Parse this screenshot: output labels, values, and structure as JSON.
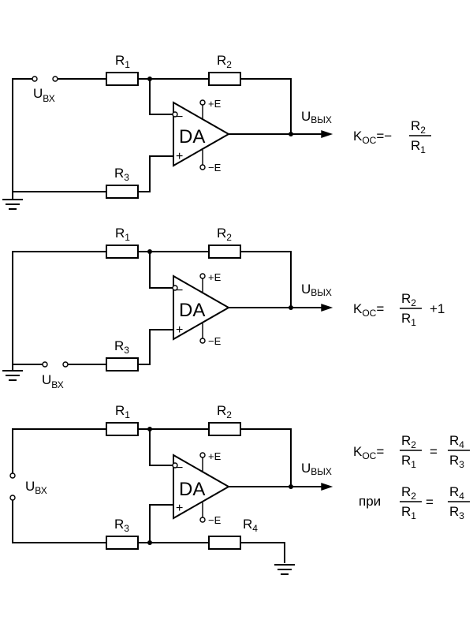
{
  "circuits": [
    {
      "id": "inverting",
      "r1": {
        "main": "R",
        "sub": "1"
      },
      "r2": {
        "main": "R",
        "sub": "2"
      },
      "r3": {
        "main": "R",
        "sub": "3"
      },
      "input": {
        "main": "U",
        "sub": "ВХ"
      },
      "output": {
        "main": "U",
        "sub": "ВЫХ"
      },
      "opamp": "DA",
      "minus": "−",
      "plus": "+",
      "vpos": "+E",
      "vneg": "−E",
      "formula": {
        "k": "K",
        "ksub": "ОС",
        "eq": "=",
        "sign": "−",
        "num": {
          "main": "R",
          "sub": "2"
        },
        "den": {
          "main": "R",
          "sub": "1"
        }
      }
    },
    {
      "id": "non-inverting",
      "r1": {
        "main": "R",
        "sub": "1"
      },
      "r2": {
        "main": "R",
        "sub": "2"
      },
      "r3": {
        "main": "R",
        "sub": "3"
      },
      "input": {
        "main": "U",
        "sub": "ВХ"
      },
      "output": {
        "main": "U",
        "sub": "ВЫХ"
      },
      "opamp": "DA",
      "minus": "−",
      "plus": "+",
      "vpos": "+E",
      "vneg": "−E",
      "formula": {
        "k": "K",
        "ksub": "ОС",
        "eq": "=",
        "num": {
          "main": "R",
          "sub": "2"
        },
        "den": {
          "main": "R",
          "sub": "1"
        },
        "tail": "+1"
      }
    },
    {
      "id": "differential",
      "r1": {
        "main": "R",
        "sub": "1"
      },
      "r2": {
        "main": "R",
        "sub": "2"
      },
      "r3": {
        "main": "R",
        "sub": "3"
      },
      "r4": {
        "main": "R",
        "sub": "4"
      },
      "input": {
        "main": "U",
        "sub": "ВХ"
      },
      "output": {
        "main": "U",
        "sub": "ВЫХ"
      },
      "opamp": "DA",
      "minus": "−",
      "plus": "+",
      "vpos": "+E",
      "vneg": "−E",
      "formula": {
        "k": "K",
        "ksub": "ОС",
        "eq": "=",
        "eq2": "=",
        "num": {
          "main": "R",
          "sub": "2"
        },
        "den": {
          "main": "R",
          "sub": "1"
        },
        "num2": {
          "main": "R",
          "sub": "4"
        },
        "den2": {
          "main": "R",
          "sub": "3"
        }
      },
      "condition": {
        "word": "при",
        "eq": "=",
        "num": {
          "main": "R",
          "sub": "2"
        },
        "den": {
          "main": "R",
          "sub": "1"
        },
        "num2": {
          "main": "R",
          "sub": "4"
        },
        "den2": {
          "main": "R",
          "sub": "3"
        }
      }
    }
  ]
}
